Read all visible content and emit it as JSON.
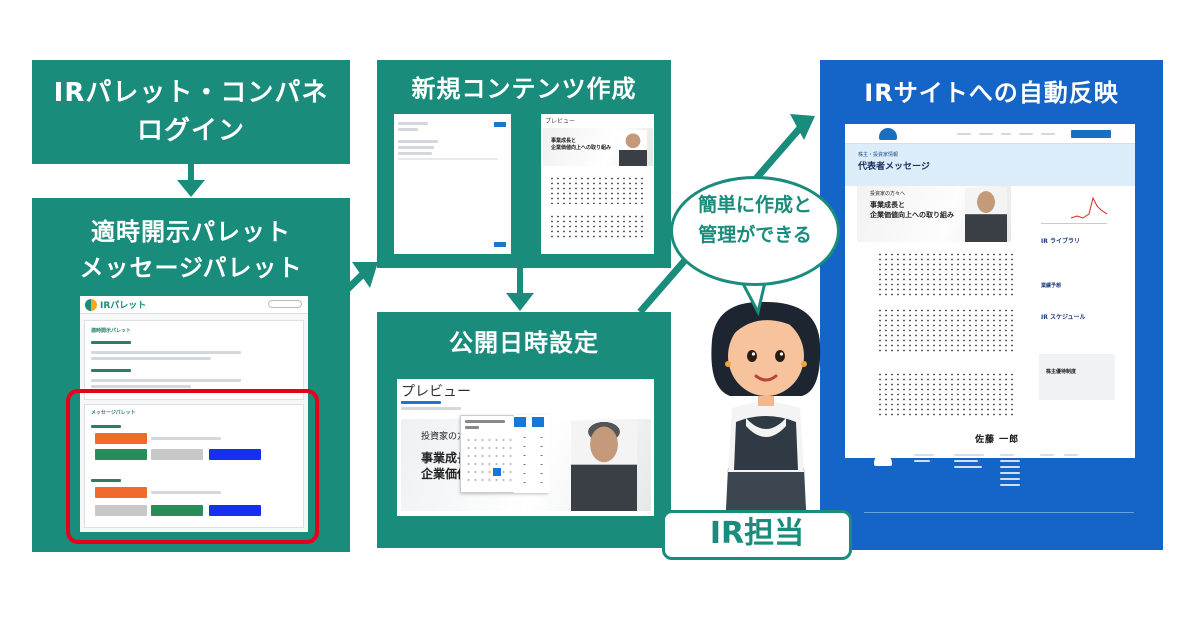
{
  "colors": {
    "teal": "#1a8c7b",
    "blue": "#1565c8",
    "red_frame": "#e5001c"
  },
  "steps": {
    "login": "IRパレット・コンパネ\nログイン",
    "palette": "適時開示パレット\nメッセージパレット",
    "create": "新規コンテンツ作成",
    "schedule": "公開日時設定",
    "irsite": "IRサイトへの自動反映"
  },
  "palette_mock": {
    "logo": "IRパレット",
    "section1": "適時開示パレット",
    "section2": "メッセージパレット"
  },
  "create_mock": {
    "right_label": "プレビュー",
    "hero_line1": "事業成長と",
    "hero_line2": "企業価値向上への取り組み"
  },
  "schedule_mock": {
    "preview_label": "プレビュー",
    "heading_small": "投資家の方々",
    "heading_line1": "事業成長",
    "heading_line2": "企業価値"
  },
  "ir_site_mock": {
    "band_small": "株主・投資家情報",
    "band_title": "代表者メッセージ",
    "hero_small": "投資家の方々へ",
    "hero_line1": "事業成長と",
    "hero_line2": "企業価値向上への取り組み",
    "side1": "IR ライブラリ",
    "side2": "IR スケジュール",
    "side3": "株主優待制度",
    "side4": "業績予想",
    "signature": "佐藤 一郎"
  },
  "bubble": {
    "line1": "簡単に作成と",
    "line2": "管理ができる"
  },
  "role_label": "IR担当"
}
